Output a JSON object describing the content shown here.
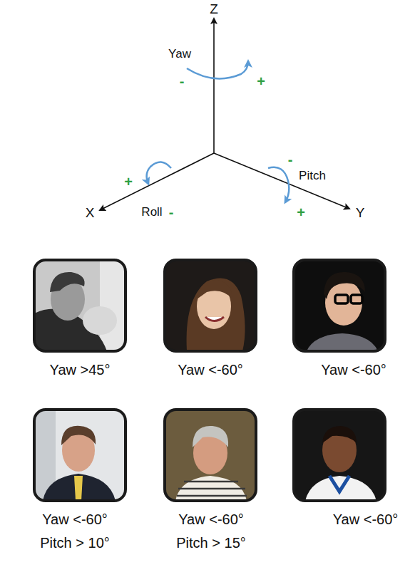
{
  "diagram": {
    "nodes": [
      {
        "text": [
          "Yaw >45°"
        ]
      },
      {
        "text": [
          "Yaw <-60°"
        ]
      },
      {
        "text": [
          "Yaw <-60°"
        ]
      },
      {
        "text": [
          "Yaw <-60°",
          "Pitch > 10°"
        ]
      },
      {
        "text": [
          "Yaw <-60°",
          "Pitch > 15°"
        ]
      },
      {
        "text": [
          "Yaw <-60°"
        ]
      }
    ],
    "labels": [
      "Z",
      "Yaw",
      "-",
      "+",
      "X",
      "+",
      "Roll",
      "-",
      "-",
      "Pitch",
      "+",
      "Y"
    ]
  }
}
